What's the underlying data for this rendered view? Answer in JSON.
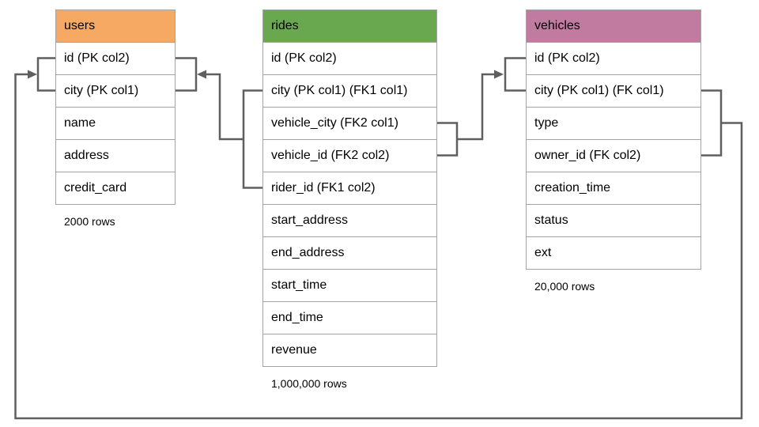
{
  "diagram": {
    "type": "database-schema",
    "line_color": "#5f5f5f",
    "tables": [
      {
        "name": "users",
        "header_color": "#f5a962",
        "columns": [
          "id (PK col2)",
          "city (PK col1)",
          "name",
          "address",
          "credit_card"
        ],
        "rows_label": "2000 rows"
      },
      {
        "name": "rides",
        "header_color": "#6aa84f",
        "columns": [
          "id (PK col2)",
          "city (PK col1) (FK1 col1)",
          "vehicle_city (FK2 col1)",
          "vehicle_id (FK2 col2)",
          "rider_id (FK1 col2)",
          "start_address",
          "end_address",
          "start_time",
          "end_time",
          "revenue"
        ],
        "rows_label": "1,000,000 rows"
      },
      {
        "name": "vehicles",
        "header_color": "#c27ba0",
        "columns": [
          "id (PK col2)",
          "city (PK col1) (FK col1)",
          "type",
          "owner_id (FK col2)",
          "creation_time",
          "status",
          "ext"
        ],
        "rows_label": "20,000 rows"
      }
    ],
    "relationships": [
      {
        "label": "FK1",
        "from_table": "rides",
        "from_columns": "city, rider_id",
        "to_table": "users",
        "to_columns": "id, city"
      },
      {
        "label": "FK2",
        "from_table": "rides",
        "from_columns": "vehicle_city, vehicle_id",
        "to_table": "vehicles",
        "to_columns": "id, city"
      },
      {
        "label": "FK",
        "from_table": "vehicles",
        "from_columns": "city, owner_id",
        "to_table": "users",
        "to_columns": "id, city"
      }
    ]
  }
}
